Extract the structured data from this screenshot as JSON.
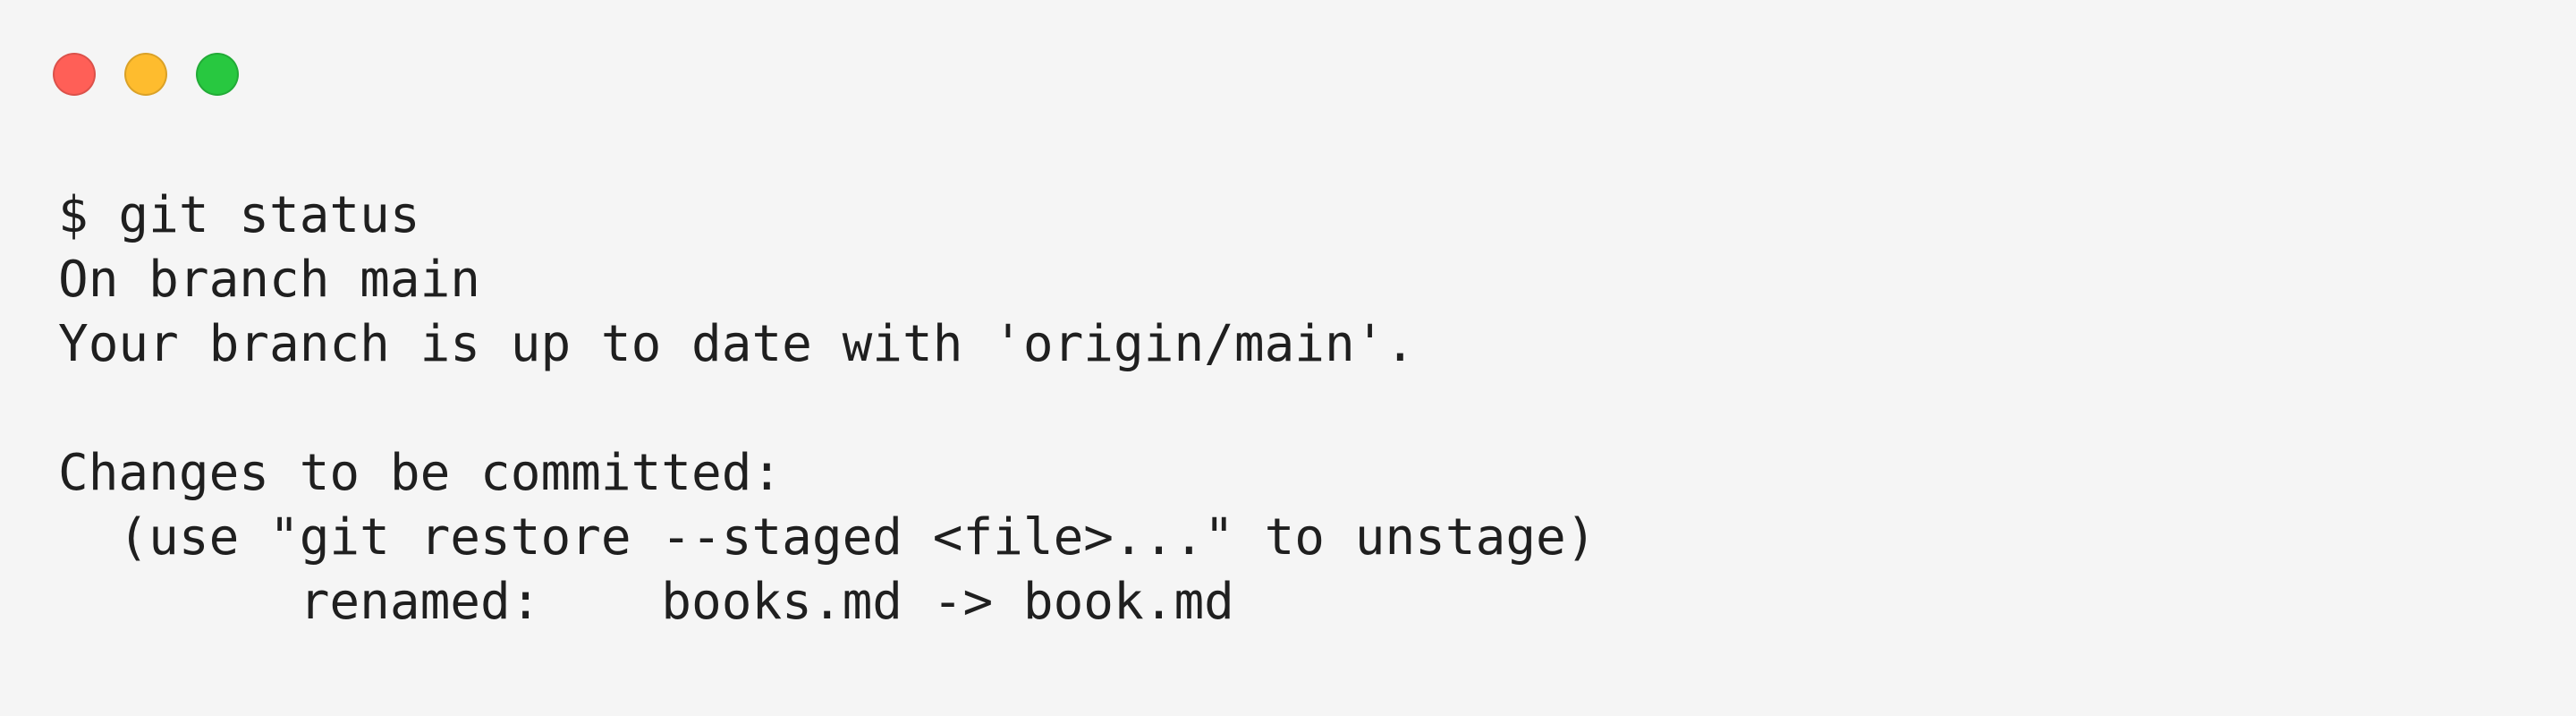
{
  "window": {
    "background": "#f5f5f5",
    "text_color": "#1f1f1f",
    "controls": {
      "close": {
        "label": "close",
        "color": "#ff5f57"
      },
      "minimize": {
        "label": "minimize",
        "color": "#febc2e"
      },
      "zoom": {
        "label": "zoom",
        "color": "#28c840"
      }
    }
  },
  "terminal": {
    "lines": [
      {
        "kind": "command",
        "text": "$ git status"
      },
      {
        "kind": "output",
        "text": "On branch main"
      },
      {
        "kind": "output",
        "text": "Your branch is up to date with 'origin/main'."
      },
      {
        "kind": "blank",
        "text": ""
      },
      {
        "kind": "output",
        "text": "Changes to be committed:"
      },
      {
        "kind": "hint",
        "text": "  (use \"git restore --staged <file>...\" to unstage)"
      },
      {
        "kind": "change",
        "text": "        renamed:    books.md -> book.md"
      }
    ]
  }
}
